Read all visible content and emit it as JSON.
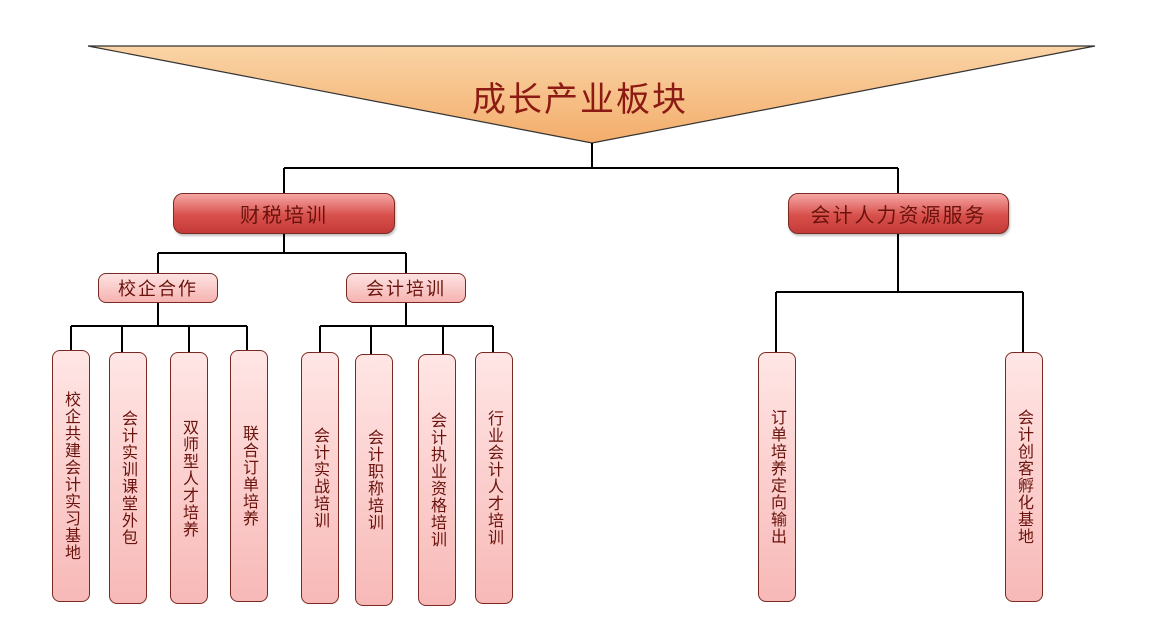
{
  "root": {
    "label": "成长产业板块"
  },
  "branches": [
    {
      "label": "财税培训",
      "groups": [
        {
          "label": "校企合作",
          "leaves": [
            "校企共建会计实习基地",
            "会计实训课堂外包",
            "双师型人才培养",
            "联合订单培养"
          ]
        },
        {
          "label": "会计培训",
          "leaves": [
            "会计实战培训",
            "会计职称培训",
            "会计执业资格培训",
            "行业会计人才培训"
          ]
        }
      ]
    },
    {
      "label": "会计人力资源服务",
      "leaves": [
        "订单培养定向输出",
        "会计创客孵化基地"
      ]
    }
  ],
  "colors": {
    "triangle_fill": "#f8c28a",
    "level1": "#d8504c",
    "level2": "#f5b3b1",
    "text": "#8b1a14"
  }
}
